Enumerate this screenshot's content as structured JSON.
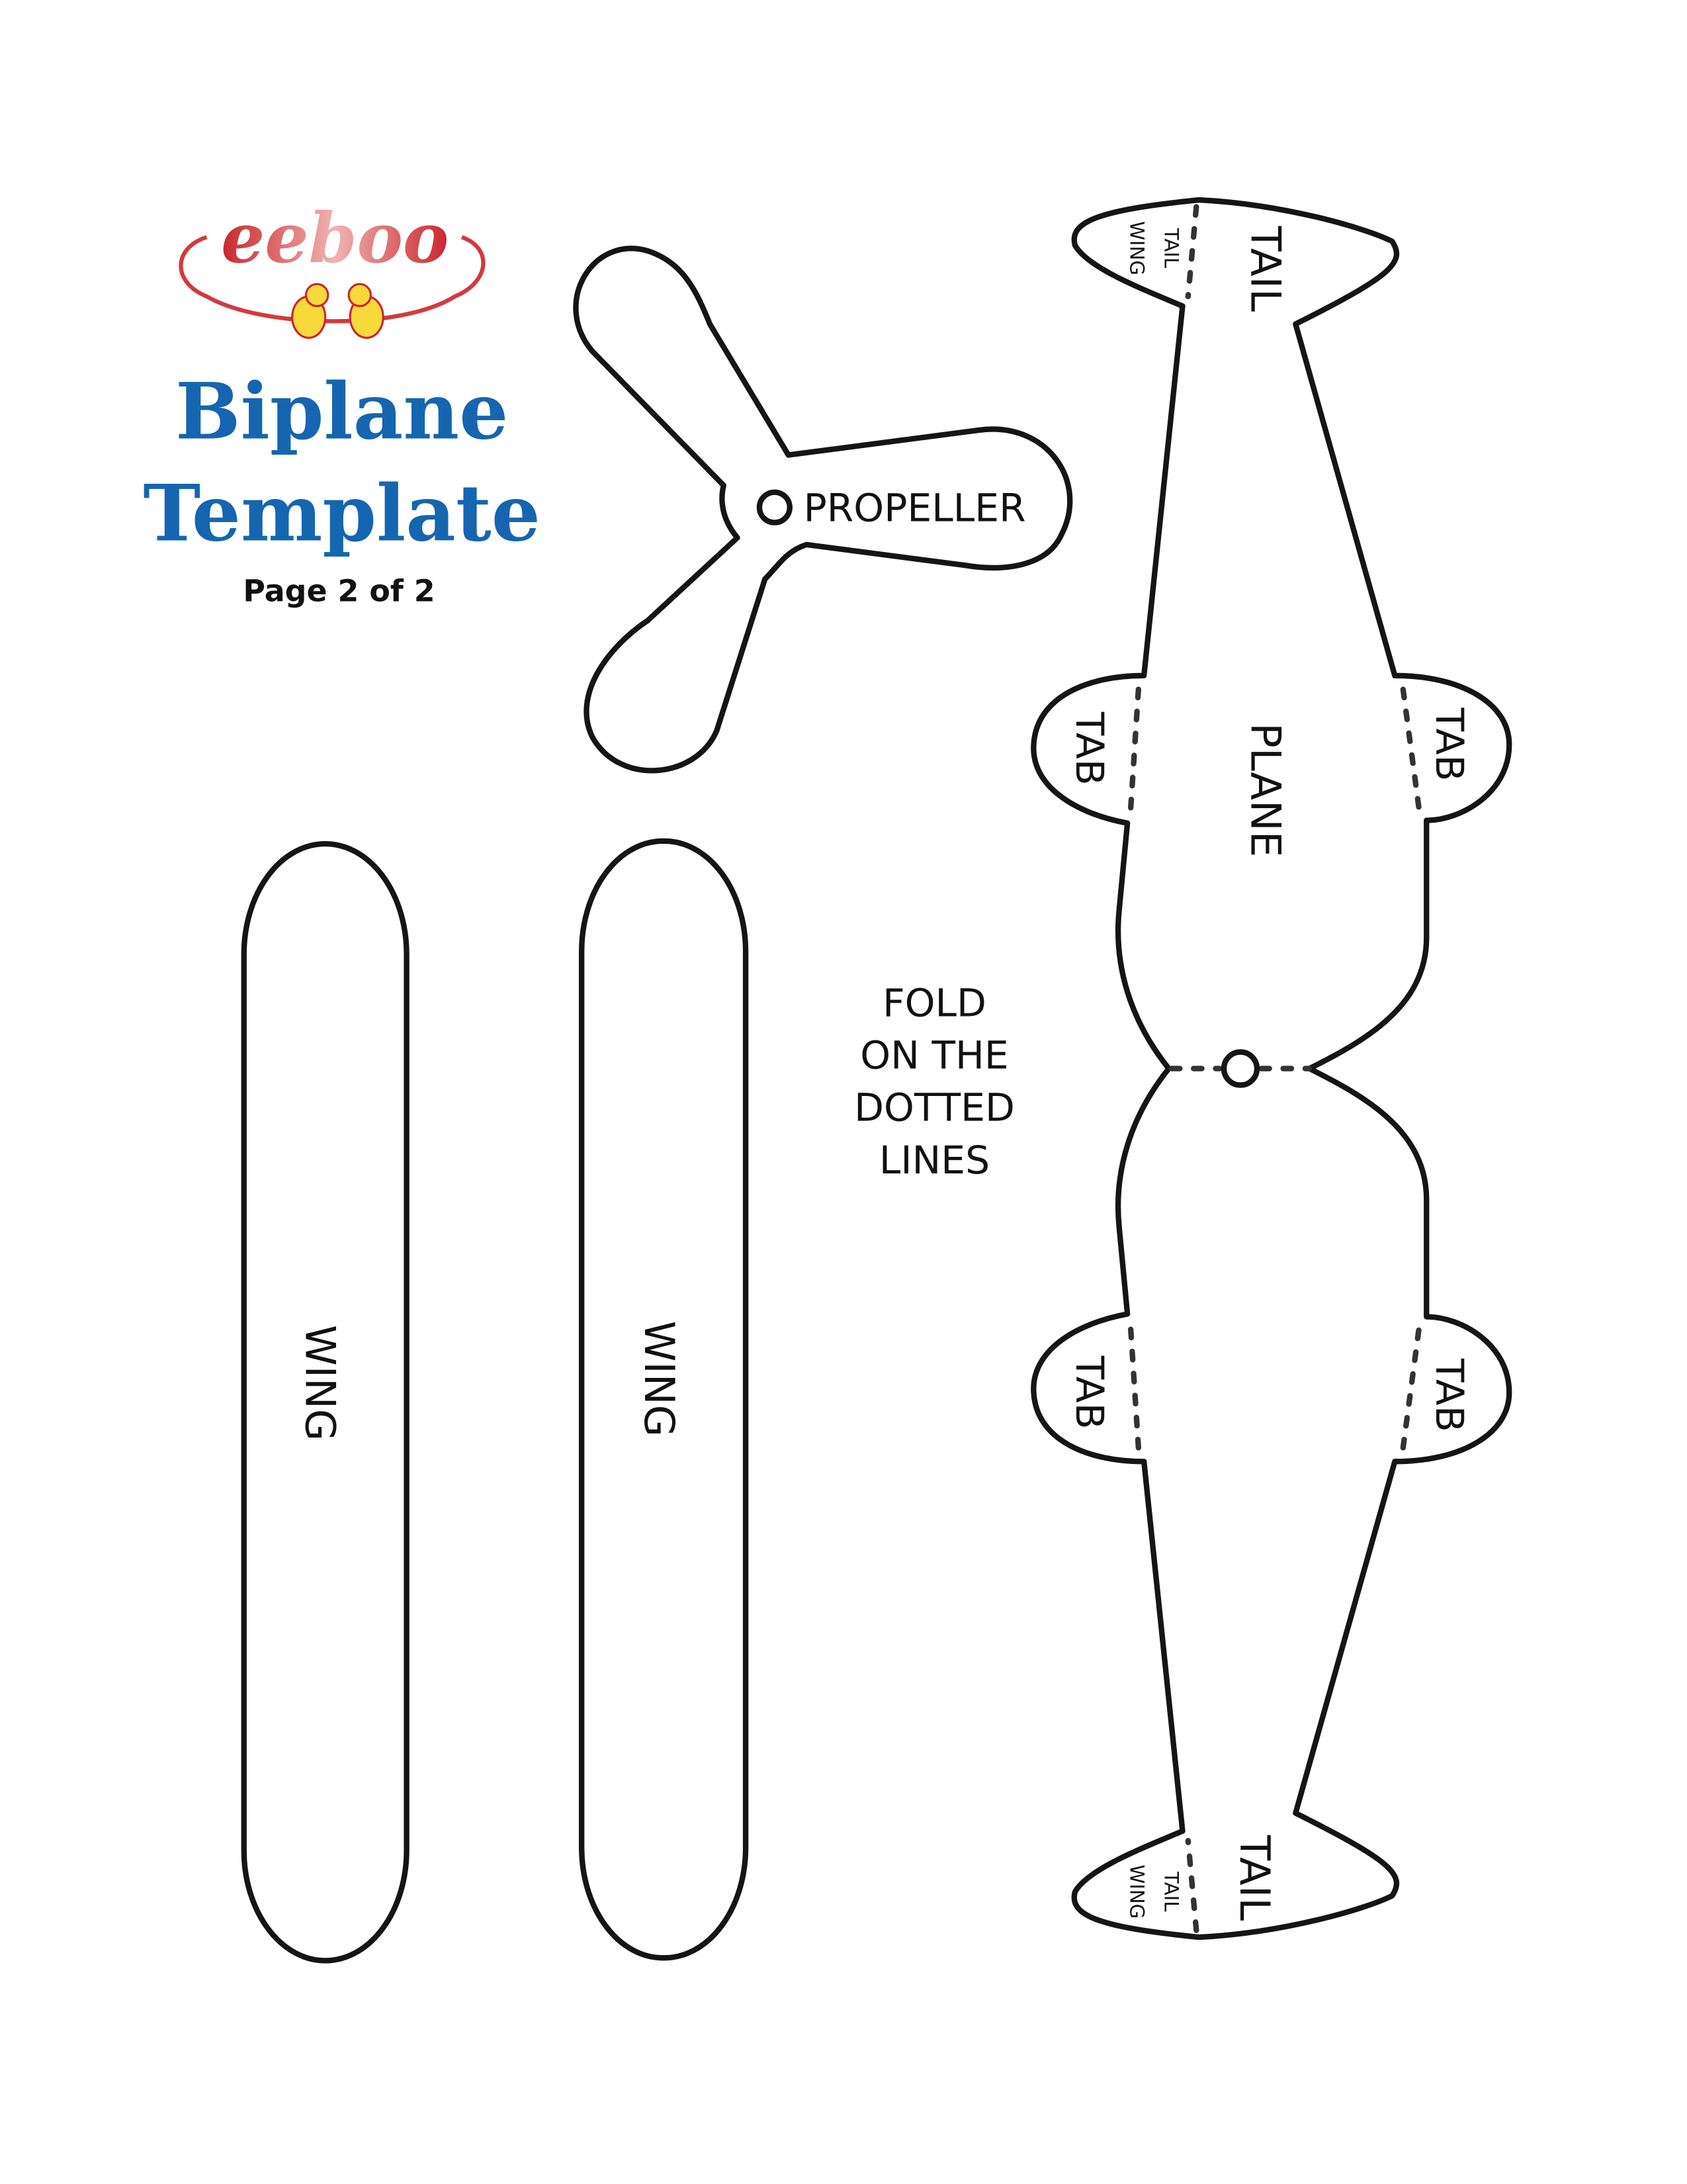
{
  "logo": {
    "brand": "eeboo",
    "colors": {
      "red": "#d23a3f",
      "yellow": "#f7d93a",
      "pink": "#eba7a8"
    }
  },
  "header": {
    "title_line1": "Biplane",
    "title_line2": "Template",
    "page_label": "Page 2 of 2",
    "title_color": "#1565b0"
  },
  "propeller": {
    "label": "PROPELLER"
  },
  "wings": [
    {
      "label": "WING"
    },
    {
      "label": "WING"
    }
  ],
  "instructions": {
    "lines": [
      "FOLD",
      "ON THE",
      "DOTTED",
      "LINES"
    ]
  },
  "plane": {
    "body_label": "PLANE",
    "top": {
      "tail_label": "TAIL",
      "tail_wing_label_1": "TAIL",
      "tail_wing_label_2": "WING",
      "tab_left": "TAB",
      "tab_right": "TAB"
    },
    "bottom": {
      "tail_label": "TAIL",
      "tail_wing_label_1": "TAIL",
      "tail_wing_label_2": "WING",
      "tab_left": "TAB",
      "tab_right": "TAB"
    }
  }
}
